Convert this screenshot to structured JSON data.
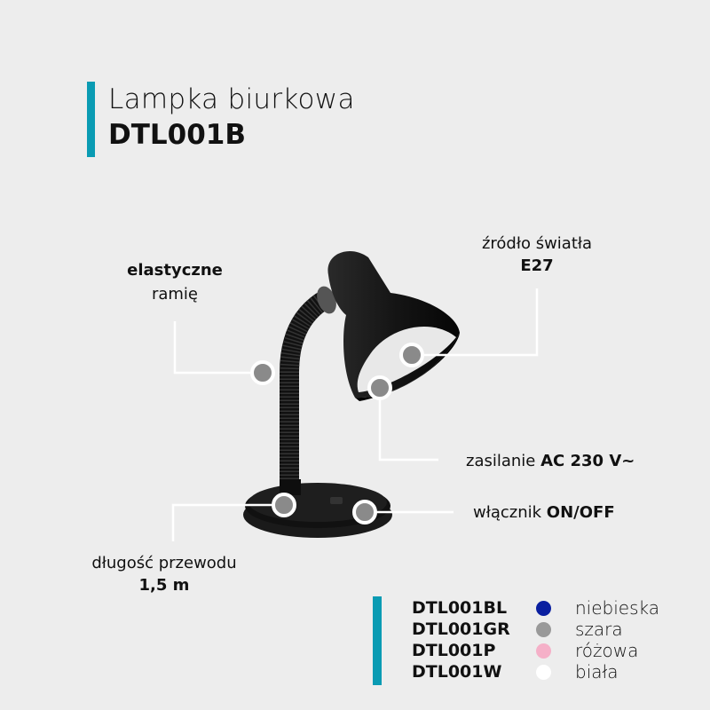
{
  "header": {
    "title": "Lampka biurkowa",
    "model": "DTL001B"
  },
  "accent_color": "#0a9bb3",
  "callouts": {
    "arm": {
      "bold": "elastyczne",
      "text": "ramię"
    },
    "source": {
      "text": "źródło światła",
      "bold": "E27"
    },
    "power": {
      "text": "zasilanie ",
      "bold": "AC 230 V~"
    },
    "switch": {
      "text": "włącznik ",
      "bold": "ON/OFF"
    },
    "cable": {
      "text": "długość przewodu",
      "bold": "1,5 m"
    }
  },
  "variants": [
    {
      "code": "DTL001BL",
      "color": "#0a1fa0",
      "name": "niebieska"
    },
    {
      "code": "DTL001GR",
      "color": "#999999",
      "name": "szara"
    },
    {
      "code": "DTL001P",
      "color": "#f5b0c8",
      "name": "różowa"
    },
    {
      "code": "DTL001W",
      "color": "#ffffff",
      "name": "biała"
    }
  ]
}
